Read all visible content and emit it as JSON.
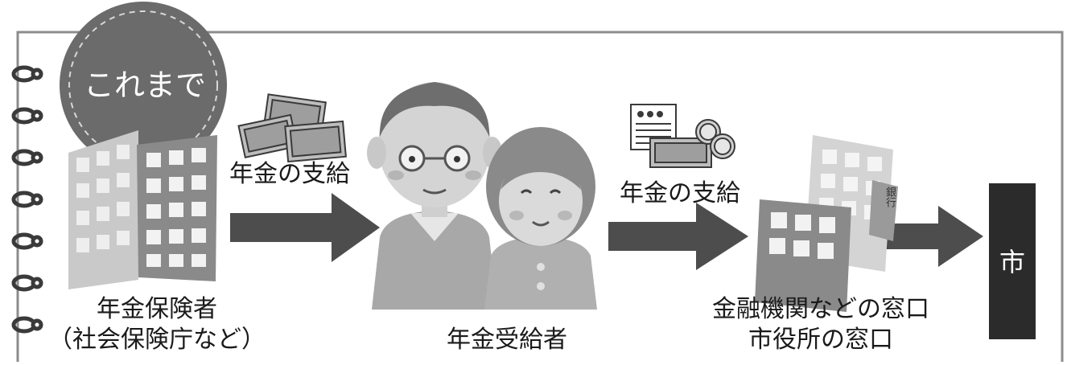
{
  "badge": {
    "label": "これまで"
  },
  "insurer": {
    "line1": "年金保険者",
    "line2": "（社会保険庁など）"
  },
  "payment_left": {
    "label": "年金の支給"
  },
  "recipient": {
    "label": "年金受給者"
  },
  "payment_right": {
    "label": "年金の支給"
  },
  "window": {
    "line1": "金融機関などの窓口",
    "line2": "市役所の窓口"
  },
  "bank_sign": "銀行",
  "city": {
    "label": "市"
  },
  "colors": {
    "frame": "#8c8c8c",
    "badge": "#6b6b6b",
    "arrow": "#4d4d4d",
    "city_box": "#2b2b2b"
  }
}
